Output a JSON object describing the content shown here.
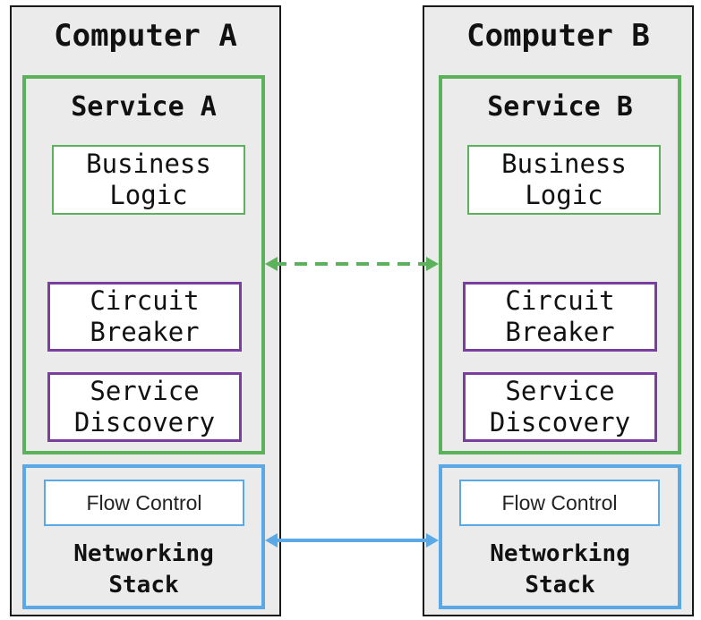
{
  "computer_a": {
    "title": "Computer A",
    "service": {
      "title": "Service A",
      "business_logic": [
        "Business",
        "Logic"
      ],
      "circuit_breaker": [
        "Circuit",
        "Breaker"
      ],
      "service_discovery": [
        "Service",
        "Discovery"
      ]
    },
    "networking": {
      "flow_control": "Flow Control",
      "stack": [
        "Networking",
        "Stack"
      ]
    }
  },
  "computer_b": {
    "title": "Computer B",
    "service": {
      "title": "Service B",
      "business_logic": [
        "Business",
        "Logic"
      ],
      "circuit_breaker": [
        "Circuit",
        "Breaker"
      ],
      "service_discovery": [
        "Service",
        "Discovery"
      ]
    },
    "networking": {
      "flow_control": "Flow Control",
      "stack": [
        "Networking",
        "Stack"
      ]
    }
  },
  "colors": {
    "service_border": "#5bb25a",
    "sidecar_border": "#7a3f9e",
    "network_border": "#5aa9e6",
    "computer_fill": "#ebebeb"
  },
  "connectors": [
    {
      "from": "Service A",
      "to": "Service B",
      "style": "dashed",
      "color": "#5bb25a"
    },
    {
      "from": "Networking Stack A",
      "to": "Networking Stack B",
      "style": "solid",
      "color": "#5aa9e6"
    }
  ]
}
